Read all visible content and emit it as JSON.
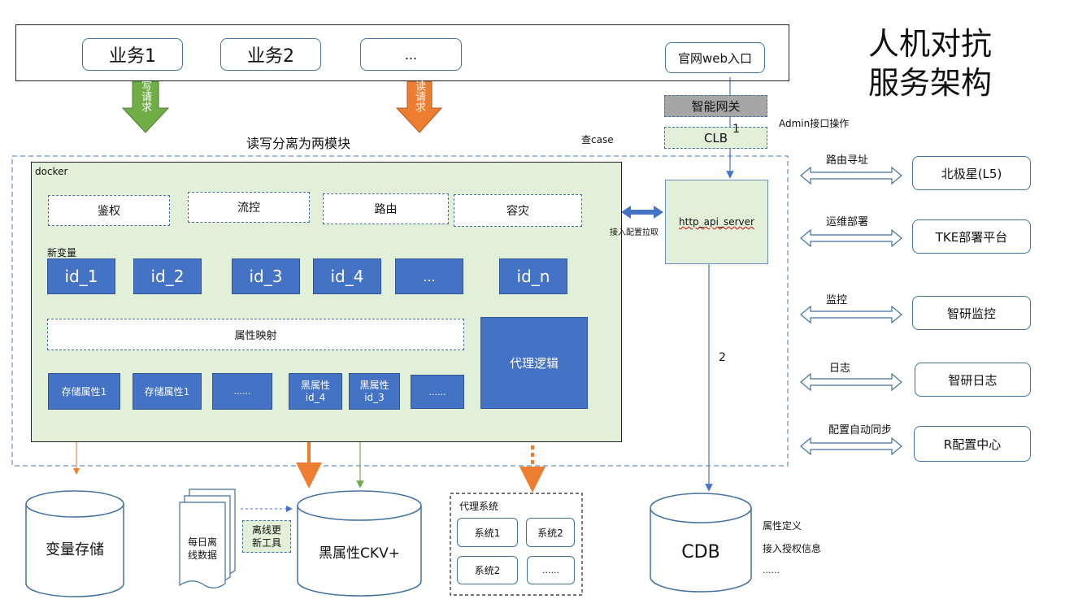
{
  "title": {
    "line1": "人机对抗",
    "line2": "服务架构"
  },
  "top": {
    "biz1": "业务1",
    "biz2": "业务2",
    "biz_more": "...",
    "web_entry": "官网web入口",
    "write_arrow": "写请求",
    "read_arrow": "读请求"
  },
  "gateway": {
    "smart_gateway": "智能网关",
    "clb": "CLB",
    "admin_label": "Admin接口操作",
    "edge1": "1",
    "edge2": "2"
  },
  "labels": {
    "split_caption": "读写分离为两模块",
    "query_case": "查case",
    "config_pull": "接入配置拉取"
  },
  "docker": {
    "label": "docker",
    "auth": "鉴权",
    "flow": "流控",
    "route": "路由",
    "disaster": "容灾",
    "new_vars": "新变量",
    "ids": [
      "id_1",
      "id_2",
      "id_3",
      "id_4",
      "...",
      "id_n"
    ],
    "attr_map": "属性映射",
    "proxy_logic": "代理逻辑",
    "attrs": [
      "存储属性1",
      "存储属性1",
      "......",
      "黑属性\nid_4",
      "黑属性\nid_3",
      "......"
    ]
  },
  "server": {
    "name": "http_api_server"
  },
  "right_services": [
    {
      "edge": "路由寻址",
      "name": "北极星(L5)"
    },
    {
      "edge": "运维部署",
      "name": "TKE部署平台"
    },
    {
      "edge": "监控",
      "name": "智研监控"
    },
    {
      "edge": "日志",
      "name": "智研日志"
    },
    {
      "edge": "配置自动同步",
      "name": "R配置中心"
    }
  ],
  "storage": {
    "var_store": "变量存储",
    "daily_offline": "每日离\n线数据",
    "offline_tool": "离线更\n新工具",
    "black_ckv": "黑属性CKV+",
    "cdb": "CDB"
  },
  "proxy_system": {
    "title": "代理系统",
    "systems": [
      "系统1",
      "系统2",
      "系统2",
      "......"
    ]
  },
  "cdb_notes": [
    "属性定义",
    "接入授权信息",
    "......"
  ],
  "colors": {
    "box_blue": "#4472c4",
    "green_fill": "#e2f0d9",
    "orange": "#ed7d31",
    "arrow_green": "#70ad47",
    "gray": "#a6a6a6"
  }
}
